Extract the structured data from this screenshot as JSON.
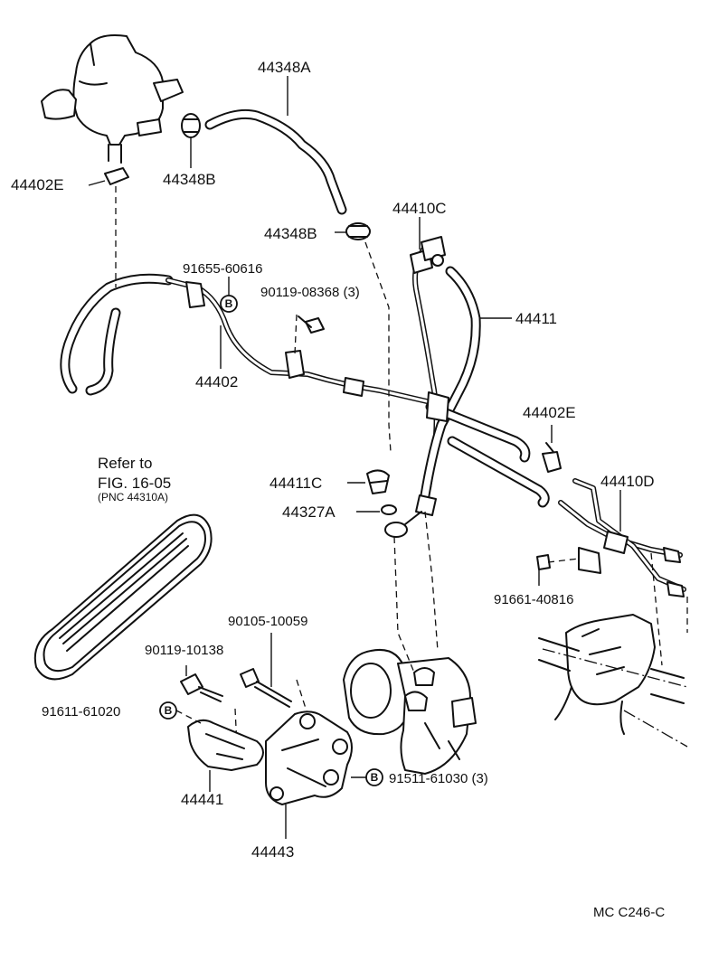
{
  "labels": {
    "p44348A": "44348A",
    "p44402E_top": "44402E",
    "p44348B_top": "44348B",
    "p44348B_mid": "44348B",
    "p44410C": "44410C",
    "p91655": "91655-60616",
    "p90119_08368": "90119-08368 (3)",
    "p44411": "44411",
    "p44402": "44402",
    "p44402E_right": "44402E",
    "refer_line1": "Refer to",
    "refer_line2": "FIG. 16-05",
    "refer_line3": "(PNC 44310A)",
    "p44411C": "44411C",
    "p44410D": "44410D",
    "p44327A": "44327A",
    "p91661": "91661-40816",
    "p90105": "90105-10059",
    "p90119_10138": "90119-10138",
    "p91611": "91611-61020",
    "p91511": "91511-61030 (3)",
    "p44441": "44441",
    "p44443": "44443",
    "diagram_code": "MC  C246-C"
  },
  "badges": {
    "b_91655": "B",
    "b_91611": "B",
    "b_91511": "B"
  }
}
